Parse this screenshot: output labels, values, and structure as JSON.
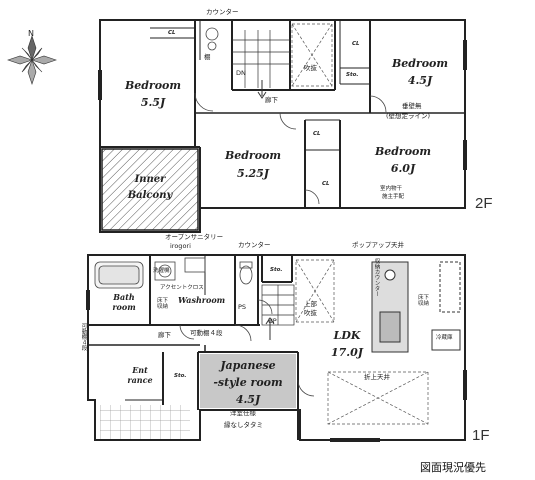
{
  "compass": {
    "north": "N"
  },
  "floor2": {
    "label": "2F",
    "counter_top": "カウンター",
    "cl_tl": "CL",
    "shelf": "棚",
    "dn": "DN",
    "fukinuke": "吹抜",
    "bedroom_a": {
      "name": "Bedroom",
      "size": "5.5J"
    },
    "bedroom_b": {
      "name": "Bedroom",
      "size": "4.5J"
    },
    "cl_b": "CL",
    "sto_b": "Sto.",
    "hallway": "廊下",
    "wall_note_1": "垂壁無",
    "wall_note_2": "(壁想定ライン)",
    "bedroom_c": {
      "name": "Bedroom",
      "size": "5.25J"
    },
    "cl_c1": "CL",
    "cl_c2": "CL",
    "bedroom_d": {
      "name": "Bedroom",
      "size": "6.0J"
    },
    "indoor_dry_1": "室内物干",
    "indoor_dry_2": "施主手配",
    "balcony_1": "Inner",
    "balcony_2": "Balcony"
  },
  "floor1": {
    "label": "1F",
    "open_sanitary_1": "オープンサニタリー",
    "open_sanitary_2": "irogori",
    "counter": "カウンター",
    "popup": "ポップアップ天井",
    "laundry": "洗濯機",
    "accent_cross": "アクセントクロス",
    "bath": {
      "name_1": "Bath",
      "name_2": "room"
    },
    "washroom": "Washroom",
    "underfloor": "床下\n収納",
    "sto_top": "Sto.",
    "ps": "PS",
    "up": "UP",
    "upper_fukinuke_1": "上部",
    "upper_fukinuke_2": "吹抜",
    "kitchen_side": "収納カウンター",
    "kitchen_under": "床下\n収納",
    "fridge": "冷蔵庫",
    "hallway": "廊下",
    "movable_shelf": "可動棚４段",
    "side_note": "可動棚４段",
    "ldk": {
      "name": "LDK",
      "size": "17.0J"
    },
    "entrance": {
      "name_1": "Ent",
      "name_2": "rance"
    },
    "sto_ent": "Sto.",
    "japanese": {
      "name_1": "Japanese",
      "name_2": "-style room",
      "size": "4.5J"
    },
    "jp_note_1": "洋室仕様",
    "jp_note_2": "縁なしタタミ",
    "ceiling": "折上天井"
  },
  "footer_note": "図面現況優先"
}
